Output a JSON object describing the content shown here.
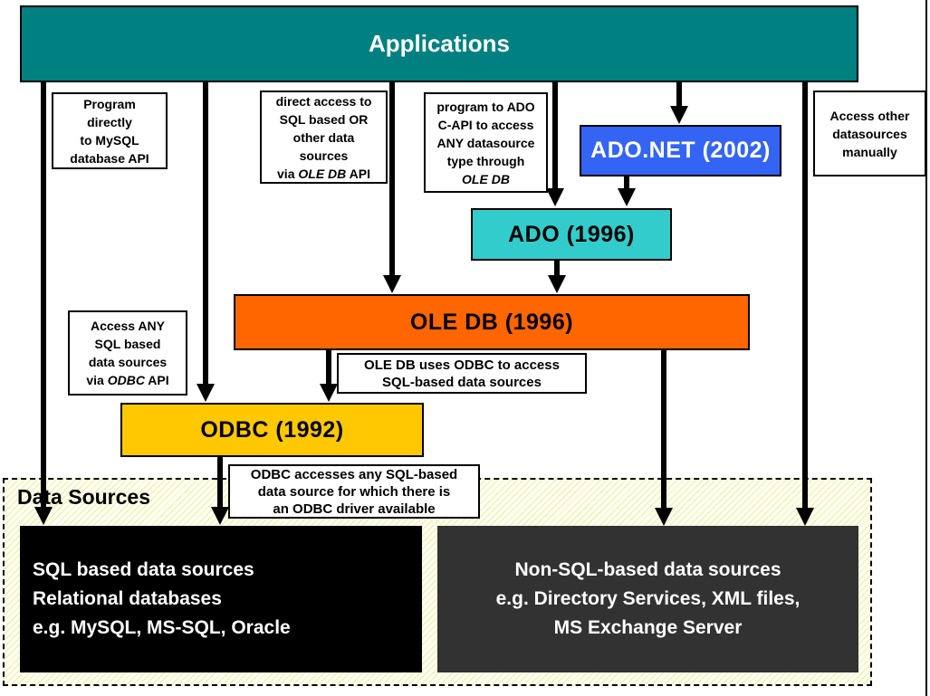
{
  "colors": {
    "applications_bar": "#008080",
    "adonet_box": "#3464F4",
    "ado_box": "#33CCCC",
    "oledb_box": "#FF6600",
    "odbc_box": "#FFC800",
    "sql_sources_box": "#000000",
    "nonsql_sources_box": "#323232",
    "datasources_hatch": "#ECECA0",
    "arrow": "#000000"
  },
  "applications": {
    "label": "Applications"
  },
  "notes": {
    "program_mysql": {
      "line1": "Program",
      "line2": "directly",
      "line3": "to MySQL",
      "line4": "database API"
    },
    "direct_access": {
      "line1": "direct access to",
      "line2": "SQL based OR",
      "line3": "other data",
      "line4": "sources",
      "line5_pre": "via ",
      "line5_italic": "OLE DB",
      "line5_post": " API"
    },
    "program_ado": {
      "line1": "program to ADO",
      "line2": "C-API to access",
      "line3": "ANY datasource",
      "line4": "type through",
      "line5_italic": "OLE DB"
    },
    "access_other": {
      "line1": "Access other",
      "line2": "datasources",
      "line3": "manually"
    },
    "access_any": {
      "line1": "Access ANY",
      "line2": "SQL based",
      "line3": "data sources",
      "line4_pre": "via ",
      "line4_italic": "ODBC",
      "line4_post": " API"
    },
    "oledb_uses_odbc": {
      "line1": "OLE DB uses ODBC to access",
      "line2": "SQL-based data sources"
    },
    "odbc_accesses": {
      "line1": "ODBC accesses any SQL-based",
      "line2": "data source for which there is",
      "line3": "an ODBC driver available"
    }
  },
  "tech_boxes": {
    "adonet": {
      "label": "ADO.NET (2002)"
    },
    "ado": {
      "label": "ADO (1996)"
    },
    "oledb": {
      "label": "OLE DB (1996)"
    },
    "odbc": {
      "label": "ODBC (1992)"
    }
  },
  "data_sources": {
    "label": "Data Sources",
    "sql": {
      "line1": "SQL based data sources",
      "line2": "Relational databases",
      "line3": "e.g. MySQL, MS-SQL, Oracle"
    },
    "non_sql": {
      "line1": "Non-SQL-based data sources",
      "line2": "e.g. Directory Services, XML files,",
      "line3": "MS Exchange Server"
    }
  }
}
